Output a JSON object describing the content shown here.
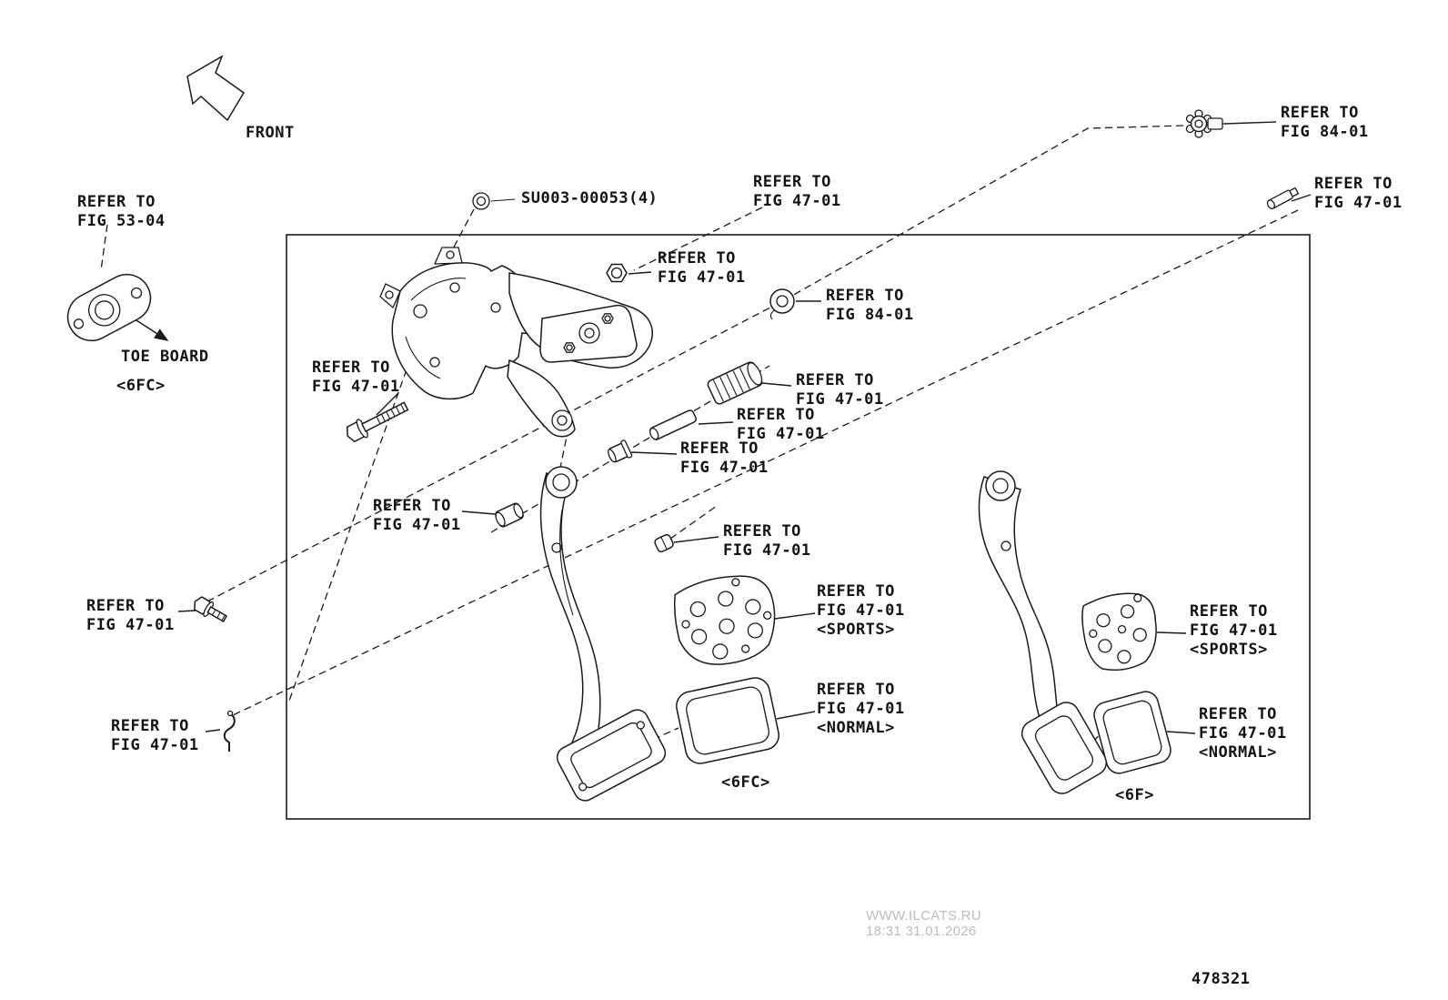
{
  "page": {
    "drawing_number": "478321",
    "watermark_site": "WWW.ILCATS.RU",
    "watermark_time": "18:31 31.01.2026"
  },
  "labels": {
    "front": "FRONT",
    "toe_board": "TOE BOARD",
    "toe_board_variant": "<6FC>",
    "left_pedal_variant": "<6FC>",
    "right_pedal_variant": "<6F>",
    "fastener_part_number": "SU003-00053(4)"
  },
  "callouts": {
    "toe_board_fig": {
      "l1": "REFER TO",
      "l2": "FIG 53-04"
    },
    "top_center": {
      "l1": "REFER TO",
      "l2": "FIG 47-01"
    },
    "stop_switch": {
      "l1": "REFER TO",
      "l2": "FIG 84-01"
    },
    "right_clevis": {
      "l1": "REFER TO",
      "l2": "FIG 47-01"
    },
    "mount_nut": {
      "l1": "REFER TO",
      "l2": "FIG 47-01"
    },
    "grommet": {
      "l1": "REFER TO",
      "l2": "FIG 84-01"
    },
    "pivot_bolt": {
      "l1": "REFER TO",
      "l2": "FIG 47-01"
    },
    "bushing_large": {
      "l1": "REFER TO",
      "l2": "FIG 47-01"
    },
    "push_rod": {
      "l1": "REFER TO",
      "l2": "FIG 47-01"
    },
    "collar": {
      "l1": "REFER TO",
      "l2": "FIG 47-01"
    },
    "bushing_small": {
      "l1": "REFER TO",
      "l2": "FIG 47-01"
    },
    "clip": {
      "l1": "REFER TO",
      "l2": "FIG 47-01"
    },
    "sports_pad_left": {
      "l1": "REFER TO",
      "l2": "FIG 47-01",
      "l3": "<SPORTS>"
    },
    "normal_pad_left": {
      "l1": "REFER TO",
      "l2": "FIG 47-01",
      "l3": "<NORMAL>"
    },
    "left_bolt": {
      "l1": "REFER TO",
      "l2": "FIG 47-01"
    },
    "left_pin": {
      "l1": "REFER TO",
      "l2": "FIG 47-01"
    },
    "sports_pad_right": {
      "l1": "REFER TO",
      "l2": "FIG 47-01",
      "l3": "<SPORTS>"
    },
    "normal_pad_right": {
      "l1": "REFER TO",
      "l2": "FIG 47-01",
      "l3": "<NORMAL>"
    }
  }
}
